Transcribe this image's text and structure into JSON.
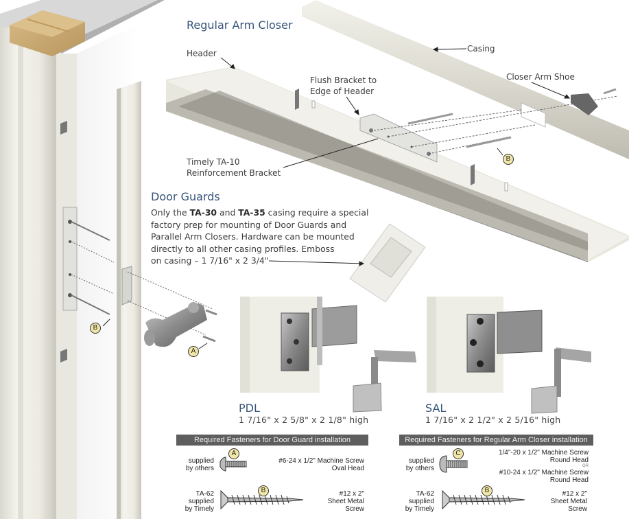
{
  "regular_arm_closer": {
    "title": "Regular Arm Closer",
    "labels": {
      "header": "Header",
      "casing": "Casing",
      "closer_arm_shoe": "Closer Arm Shoe",
      "flush_bracket_line1": "Flush Bracket to",
      "flush_bracket_line2": "Edge of Header",
      "reinforcement_line1": "Timely TA-10",
      "reinforcement_line2": "Reinforcement Bracket"
    },
    "callout_badge": "B"
  },
  "door_guards": {
    "title": "Door Guards",
    "paragraph": {
      "line1_pre": "Only the ",
      "line1_b1": "TA-30",
      "line1_mid": " and ",
      "line1_b2": "TA-35",
      "line1_post": " casing require a special",
      "line2": "factory prep for mounting of Door Guards and",
      "line3": "Parallel Arm Closers. Hardware can be mounted",
      "line4": "directly to all other casing profiles. Emboss",
      "line5": "on casing – 1 7/16\" x 2 3/4\""
    },
    "callout_badges": [
      "B",
      "A"
    ]
  },
  "products": [
    {
      "name": "PDL",
      "dimensions": "1 7/16\" x 2 5/8\" x 2 1/8\" high"
    },
    {
      "name": "SAL",
      "dimensions": "1 7/16\" x 2 1/2\" x 2 5/16\" high"
    }
  ],
  "fastener_tables": [
    {
      "header": "Required Fasteners for Door Guard installation",
      "rows": [
        {
          "badge": "A",
          "source": [
            "supplied",
            "by others"
          ],
          "screw_type": "machine-screw-oval-head",
          "desc": [
            "#6-24 x 1/2\" Machine Screw",
            "Oval Head"
          ]
        },
        {
          "badge": "B",
          "source": [
            "TA-62",
            "supplied",
            "by Timely"
          ],
          "screw_type": "sheet-metal-screw",
          "desc": [
            "#12 x 2\"",
            "Sheet Metal",
            "Screw"
          ]
        }
      ]
    },
    {
      "header": "Required Fasteners for Regular Arm Closer installation",
      "rows": [
        {
          "badge": "C",
          "source": [
            "supplied",
            "by others"
          ],
          "screw_type": "machine-screw-round-head",
          "desc": [
            "1/4\"-20 x 1/2\" Machine Screw",
            "Round Head",
            "OR",
            "#10-24 x 1/2\" Machine Screw",
            "Round Head"
          ]
        },
        {
          "badge": "B",
          "source": [
            "TA-62",
            "supplied",
            "by Timely"
          ],
          "screw_type": "sheet-metal-screw",
          "desc": [
            "#12 x 2\"",
            "Sheet Metal",
            "Screw"
          ]
        }
      ]
    }
  ],
  "colors": {
    "title_blue": "#36547a",
    "bar_gray": "#5e5e5e",
    "badge_fill": "#f0e6a8",
    "wood": "#d2b27a",
    "casing": "#ebe9df"
  }
}
